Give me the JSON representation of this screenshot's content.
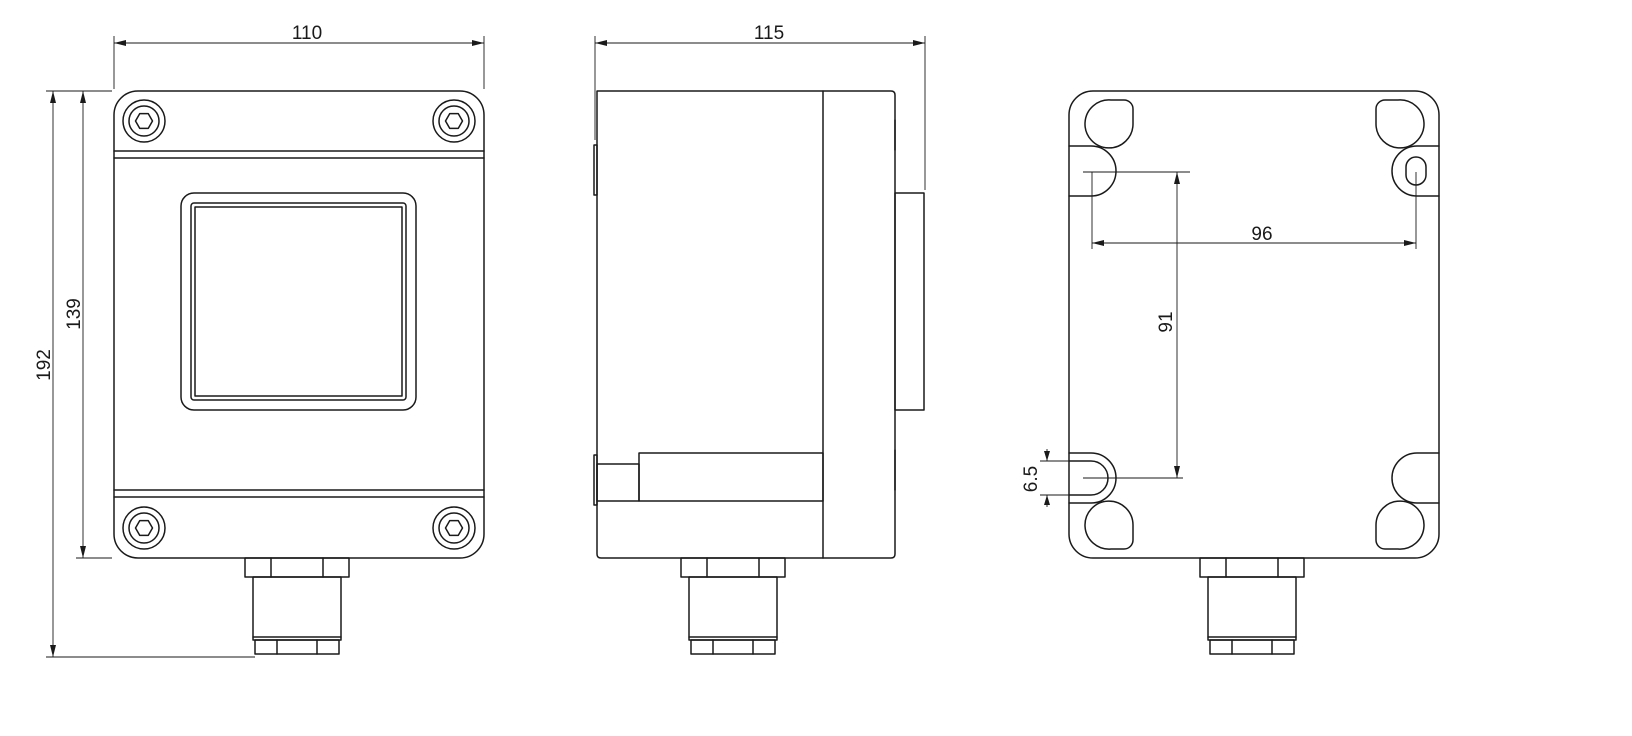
{
  "dimensions": {
    "front_width": "110",
    "front_total_height": "192",
    "front_body_height": "139",
    "side_depth": "115",
    "back_hole_spacing_horizontal": "96",
    "back_hole_spacing_vertical": "91",
    "back_slot_width": "6.5"
  },
  "colors": {
    "line": "#1a1a1a",
    "background": "#ffffff"
  },
  "icons": [
    "hex-socket-screw-icon",
    "cable-gland-icon"
  ]
}
